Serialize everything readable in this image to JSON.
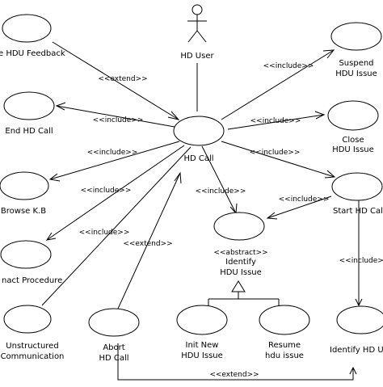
{
  "actor": {
    "name": "HD User"
  },
  "use_cases": {
    "hdu_feedback": [
      "e HDU Feedback"
    ],
    "end_hd_call": [
      "End HD Call"
    ],
    "browse_kb": [
      "Browse K.B"
    ],
    "contact_procedure": [
      "nact Procedure"
    ],
    "unstructured_comm": [
      "Unstructured",
      "Communication"
    ],
    "abort_hd_call": [
      "Abort",
      "HD Call"
    ],
    "hd_call": [
      "HD Call"
    ],
    "init_new_hdu_issue": [
      "Init New",
      "HDU Issue"
    ],
    "resume_hdu_issue": [
      "Resume",
      "hdu issue"
    ],
    "suspend_hdu_issue": [
      "Suspend",
      "HDU Issue"
    ],
    "close_hdu_issue": [
      "Close",
      "HDU Issue"
    ],
    "start_hd_call": [
      "Start HD Cal"
    ],
    "identify_hdu_issue": [
      "<<abstract>>",
      "Identify",
      "HDU Issue"
    ],
    "identify_hd_user": [
      "Identify HD U"
    ]
  },
  "relations": {
    "extend_feedback": "<<extend>>",
    "include_end": "<<include>>",
    "include_suspend": "<<include>>",
    "include_close": "<<include>>",
    "include_browse": "<<include>>",
    "include_start": "<<include>>",
    "include_identify_issue": "<<include>>",
    "include_start_to_issue": "<<include>>",
    "include_contact": "<<include>>",
    "extend_abort": "<<extend>>",
    "include_identify_user": "<<include>>",
    "extend_bottom": "<<extend>>"
  }
}
